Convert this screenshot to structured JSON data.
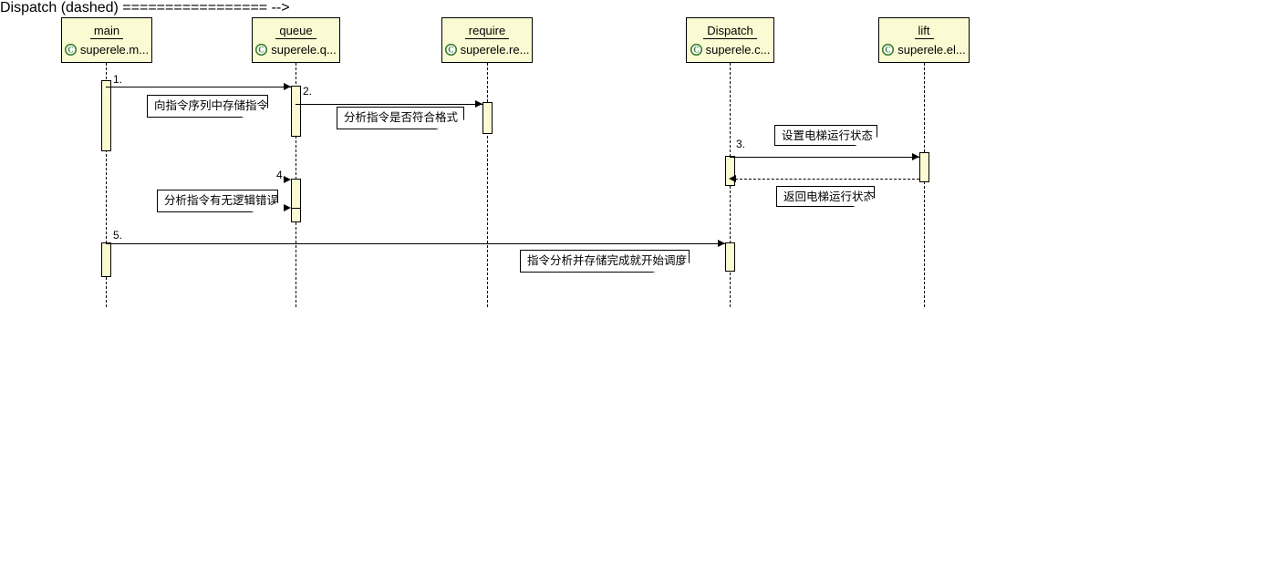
{
  "diagram": {
    "type": "uml-sequence-diagram",
    "background_color": "#ffffff",
    "lifeline_fill": "#fbfbd3",
    "border_color": "#000000",
    "class_icon_color": "#3a7d32",
    "note_fill": "#ffffff",
    "note_shadow": "#b8b8b8"
  },
  "lifelines": [
    {
      "id": "main",
      "name": "main",
      "qualifier": "superele.m...",
      "icon": "class-icon"
    },
    {
      "id": "queue",
      "name": "queue",
      "qualifier": "superele.q...",
      "icon": "class-icon"
    },
    {
      "id": "require",
      "name": "require",
      "qualifier": "superele.re...",
      "icon": "class-icon"
    },
    {
      "id": "dispatch",
      "name": "Dispatch",
      "qualifier": "superele.c...",
      "icon": "class-icon"
    },
    {
      "id": "lift",
      "name": "lift",
      "qualifier": "superele.el...",
      "icon": "class-icon"
    }
  ],
  "messages": [
    {
      "number": "1.",
      "label": "向指令序列中存储指令",
      "from": "main",
      "to": "queue",
      "style": "solid"
    },
    {
      "number": "2.",
      "label": "分析指令是否符合格式",
      "from": "queue",
      "to": "require",
      "style": "solid"
    },
    {
      "number": "3.",
      "label": "设置电梯运行状态",
      "from": "dispatch",
      "to": "lift",
      "style": "solid"
    },
    {
      "number": "",
      "label": "返回电梯运行状态",
      "from": "lift",
      "to": "dispatch",
      "style": "dashed"
    },
    {
      "number": "4.",
      "label": "分析指令有无逻辑错误",
      "from": "queue",
      "to": "queue",
      "style": "solid"
    },
    {
      "number": "5.",
      "label": "指令分析并存储完成就开始调度",
      "from": "main",
      "to": "dispatch",
      "style": "solid"
    }
  ]
}
